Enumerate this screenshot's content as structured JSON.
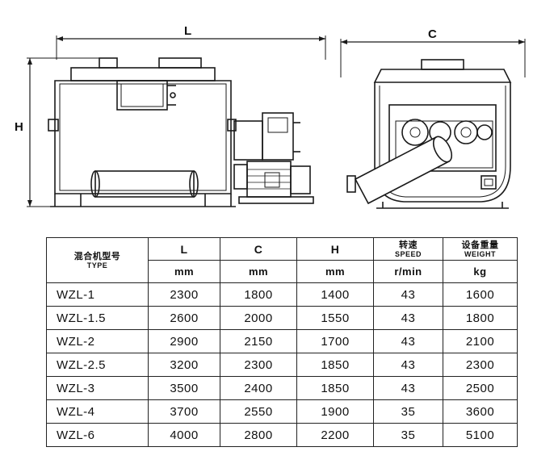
{
  "drawing": {
    "label_length": "L",
    "label_width": "C",
    "label_height": "H",
    "line_color": "#1a1a1a"
  },
  "table": {
    "headers": {
      "type_cn": "混合机型号",
      "type_en": "TYPE",
      "l": "L",
      "c": "C",
      "h": "H",
      "speed_cn": "转速",
      "speed_en": "SPEED",
      "weight_cn": "设备重量",
      "weight_en": "WEIGHT"
    },
    "units": {
      "l": "mm",
      "c": "mm",
      "h": "mm",
      "speed": "r/min",
      "weight": "kg"
    },
    "rows": [
      [
        "WZL-1",
        "2300",
        "1800",
        "1400",
        "43",
        "1600"
      ],
      [
        "WZL-1.5",
        "2600",
        "2000",
        "1550",
        "43",
        "1800"
      ],
      [
        "WZL-2",
        "2900",
        "2150",
        "1700",
        "43",
        "2100"
      ],
      [
        "WZL-2.5",
        "3200",
        "2300",
        "1850",
        "43",
        "2300"
      ],
      [
        "WZL-3",
        "3500",
        "2400",
        "1850",
        "43",
        "2500"
      ],
      [
        "WZL-4",
        "3700",
        "2550",
        "1900",
        "35",
        "3600"
      ],
      [
        "WZL-6",
        "4000",
        "2800",
        "2200",
        "35",
        "5100"
      ]
    ]
  }
}
